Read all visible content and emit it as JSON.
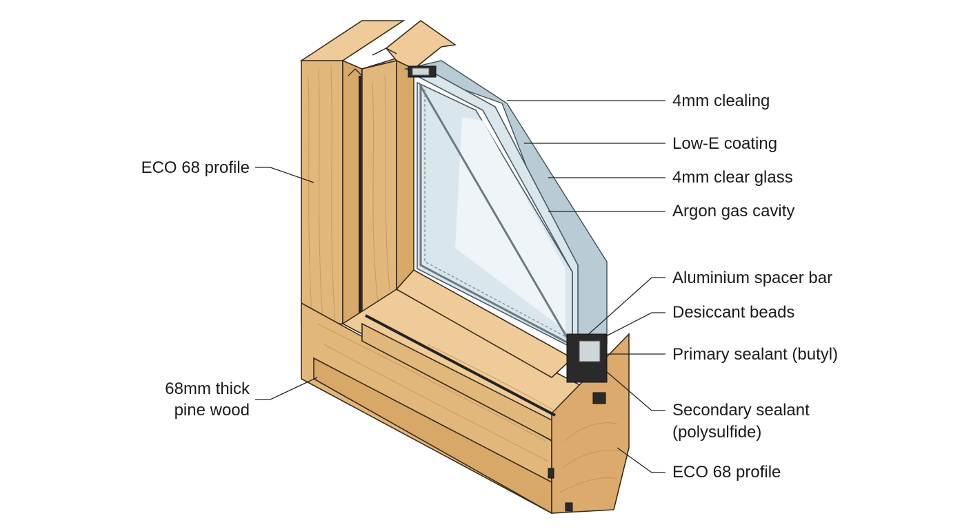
{
  "labels": {
    "left": {
      "eco_profile_top": "ECO 68 profile",
      "pine_line1": "68mm thick",
      "pine_line2": "pine wood"
    },
    "right": {
      "clealing": "4mm clealing",
      "low_e": "Low-E coating",
      "clear_glass": "4mm clear glass",
      "argon": "Argon gas cavity",
      "spacer": "Aluminium spacer bar",
      "desiccant": "Desiccant beads",
      "primary": "Primary sealant (butyl)",
      "secondary_line1": "Secondary sealant",
      "secondary_line2": "(polysulfide)",
      "eco_profile_bottom": "ECO 68 profile"
    }
  },
  "colors": {
    "wood": "#e2b77c",
    "wood_light": "#eecb98",
    "wood_dark": "#d7a868",
    "glass": "#d9e6ec",
    "sealant": "#2a2a2a"
  }
}
